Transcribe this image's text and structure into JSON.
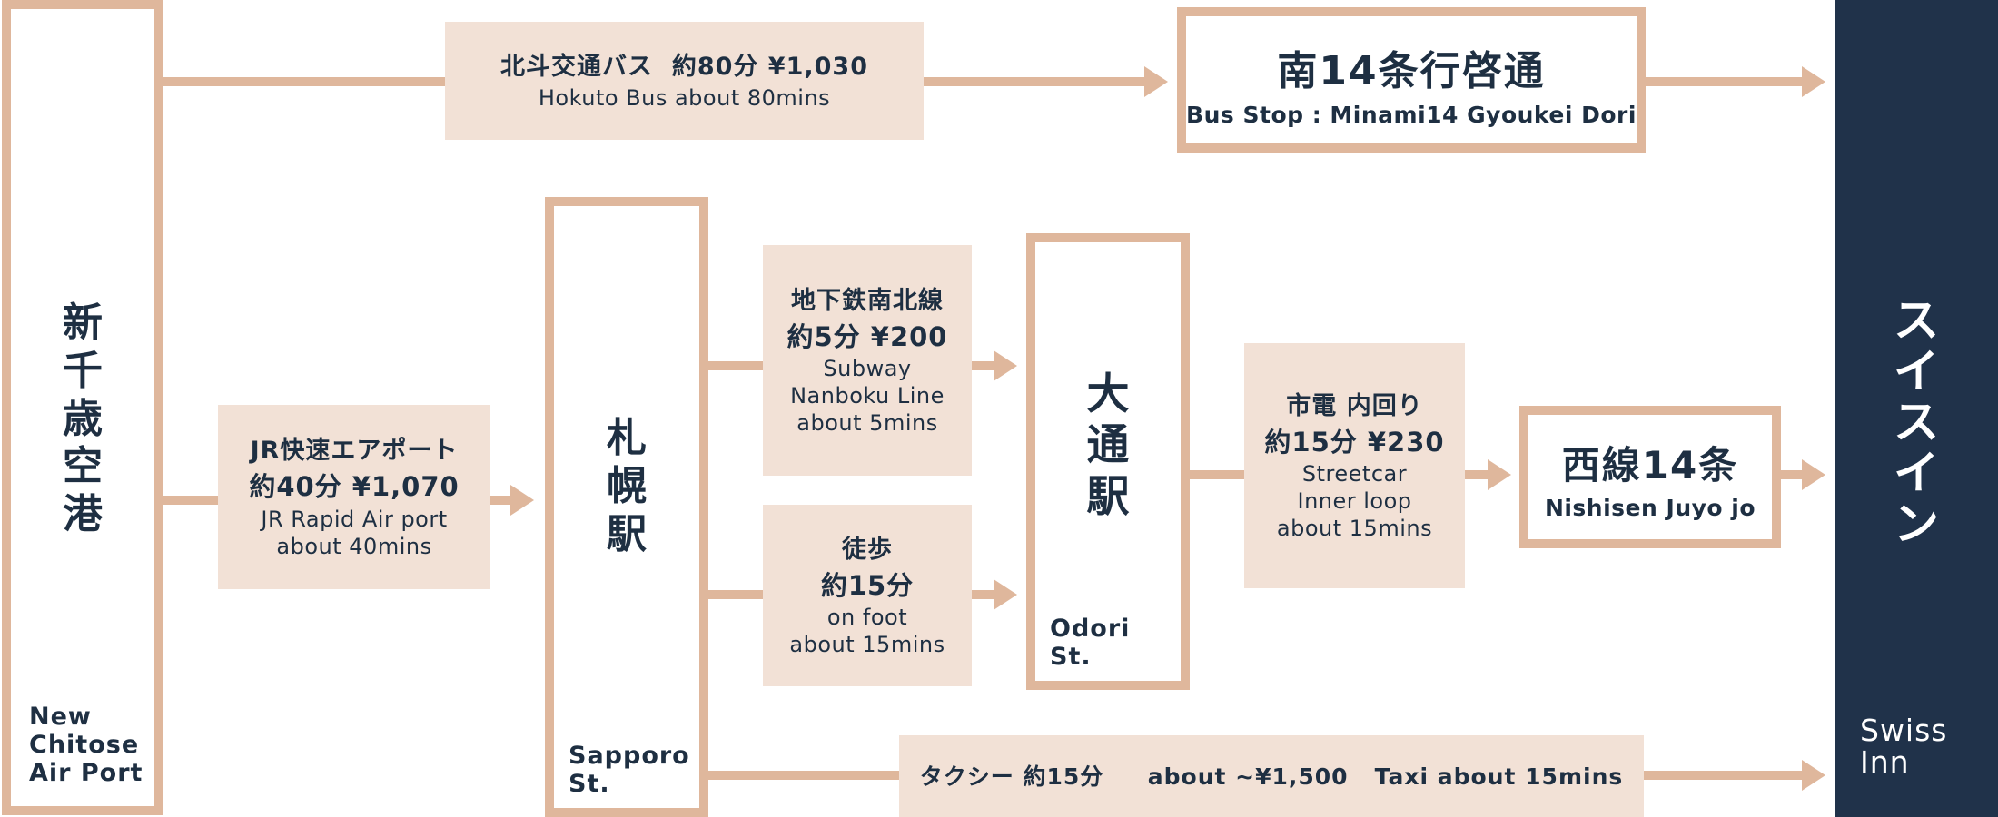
{
  "origin": {
    "name_jp": [
      "新",
      "千",
      "歳",
      "空",
      "港"
    ],
    "name_en": [
      "New",
      "Chitose",
      "Air Port"
    ]
  },
  "sapporo": {
    "name_jp": [
      "札",
      "幌",
      "駅"
    ],
    "name_en": [
      "Sapporo",
      "St."
    ]
  },
  "odori": {
    "name_jp": [
      "大",
      "通",
      "駅"
    ],
    "name_en": [
      "Odori",
      "St."
    ]
  },
  "hotel": {
    "name_jp": [
      "ス",
      "イ",
      "ス",
      "イ",
      "ン"
    ],
    "name_en": [
      "Swiss",
      "Inn"
    ]
  },
  "routes": {
    "bus": {
      "jp": "北斗交通バス  約80分 ¥1,030",
      "en": "Hokuto Bus about 80mins"
    },
    "bus_stop": {
      "jp": "南14条行啓通",
      "en": "Bus Stop : Minami14 Gyoukei Dori"
    },
    "jr": {
      "jp1": "JR快速エアポート",
      "jp2": "約40分 ¥1,070",
      "en1": "JR Rapid Air port",
      "en2": "about 40mins"
    },
    "subway": {
      "jp1": "地下鉄南北線",
      "jp2": "約5分 ¥200",
      "en1": "Subway",
      "en2": "Nanboku Line",
      "en3": "about 5mins"
    },
    "walk": {
      "jp1": "徒歩",
      "jp2": "約15分",
      "en1": "on foot",
      "en2": "about 15mins"
    },
    "streetcar": {
      "jp1": "市電 内回り",
      "jp2": "約15分 ¥230",
      "en1": "Streetcar",
      "en2": "Inner loop",
      "en3": "about 15mins"
    },
    "nishisen": {
      "jp": "西線14条",
      "en": "Nishisen Juyo jo"
    },
    "taxi": {
      "text": "タクシー 約15分     about ~¥1,500   Taxi about 15mins"
    }
  },
  "colors": {
    "accent": "#dfb79c",
    "fill": "#f2e1d6",
    "navy": "#20324a",
    "text": "#1e2f42"
  }
}
